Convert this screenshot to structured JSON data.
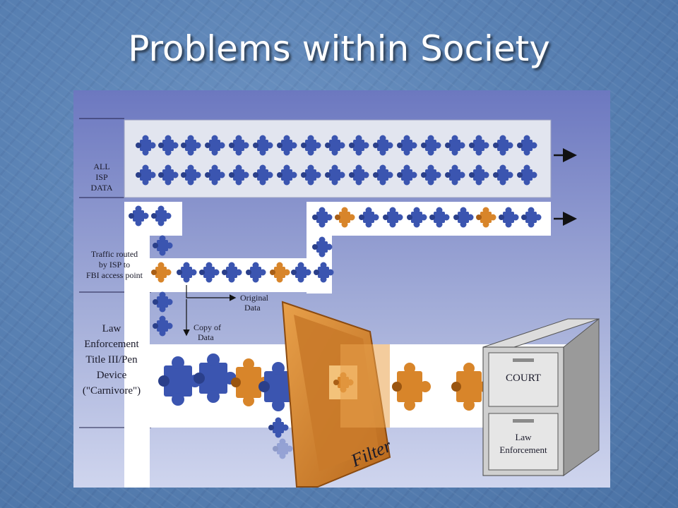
{
  "slide": {
    "title": "Problems within Society"
  },
  "diagram": {
    "labels": {
      "all_isp_line1": "ALL",
      "all_isp_line2": "ISP",
      "all_isp_line3": "DATA",
      "traffic_line1": "Traffic routed",
      "traffic_line2": "by ISP to",
      "traffic_line3": "FBI access point",
      "original_line1": "Original",
      "original_line2": "Data",
      "copy_line1": "Copy of",
      "copy_line2": "Data",
      "law_line1": "Law",
      "law_line2": "Enforcement",
      "law_line3": "Title III/Pen",
      "law_line4": "Device",
      "law_line5": "(\"Carnivore\")",
      "filter": "Filter",
      "cabinet_court": "COURT",
      "cabinet_law1": "Law",
      "cabinet_law2": "Enforcement"
    },
    "colors": {
      "figure_bg_top": "#7480c4",
      "figure_bg_bottom": "#c8d0ea",
      "channel": "#ffffff",
      "channel_top": "#e4e6ee",
      "piece_blue": "#3b55b0",
      "piece_orange": "#d8852a",
      "filter": "#d98a2e",
      "cabinet": "#c9c9c9"
    },
    "icons": [
      "puzzle-piece-icon",
      "arrow-right-icon",
      "file-cabinet-icon",
      "filter-pane-icon"
    ]
  }
}
